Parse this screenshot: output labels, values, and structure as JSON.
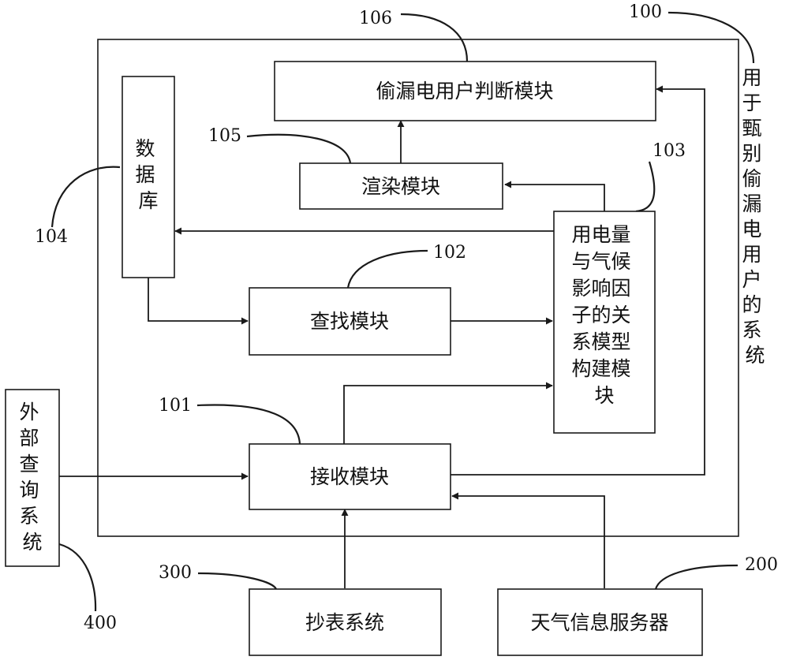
{
  "system": {
    "ref": "100",
    "label_chars": [
      "用",
      "于",
      "甄",
      "别",
      "偷",
      "漏",
      "电",
      "用",
      "户",
      "的",
      "系",
      "统"
    ]
  },
  "modules": {
    "judge": {
      "ref": "106",
      "label": "偷漏电用户判断模块"
    },
    "render": {
      "ref": "105",
      "label": "渲染模块"
    },
    "database": {
      "ref": "104",
      "label_chars": [
        "数",
        "据",
        "库"
      ]
    },
    "model_build": {
      "ref": "103",
      "label_lines": [
        "用电量",
        "与气候",
        "影响因",
        "子的关",
        "系模型",
        "构建模",
        "块"
      ]
    },
    "search": {
      "ref": "102",
      "label": "查找模块"
    },
    "receive": {
      "ref": "101",
      "label": "接收模块"
    }
  },
  "external": {
    "query": {
      "ref": "400",
      "label_chars": [
        "外",
        "部",
        "查",
        "询",
        "系",
        "统"
      ]
    },
    "meter": {
      "ref": "300",
      "label": "抄表系统"
    },
    "weather": {
      "ref": "200",
      "label": "天气信息服务器"
    }
  }
}
